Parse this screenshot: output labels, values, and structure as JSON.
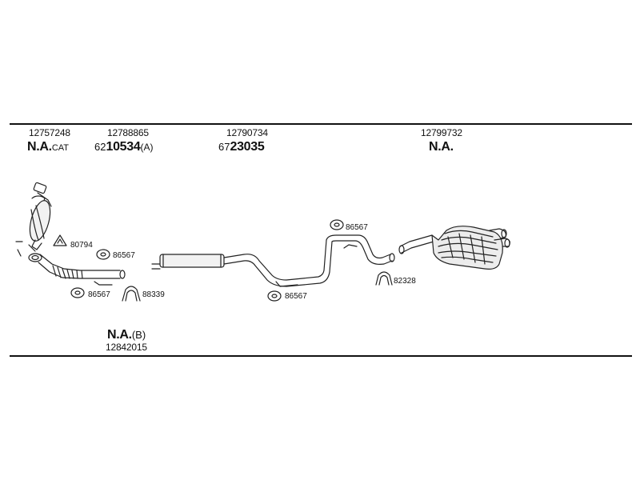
{
  "header": {
    "col1": {
      "part_no": "12757248",
      "code_bold": "N.A.",
      "code_suffix": "CAT"
    },
    "col2": {
      "part_no": "12788865",
      "code_prefix": "62",
      "code_bold": "10534",
      "code_suffix": "(A)"
    },
    "col3": {
      "part_no": "12790734",
      "code_prefix": "67",
      "code_bold": "23035"
    },
    "col4": {
      "part_no": "12799732",
      "code_bold": "N.A."
    }
  },
  "callouts": {
    "c1": "80794",
    "c2": "86567",
    "c3": "86567",
    "c4": "88339",
    "c5": "86567",
    "c6": "86567",
    "c7": "82328"
  },
  "footer": {
    "code_bold": "N.A.",
    "code_suffix": "(B)",
    "part_no": "12842015"
  }
}
